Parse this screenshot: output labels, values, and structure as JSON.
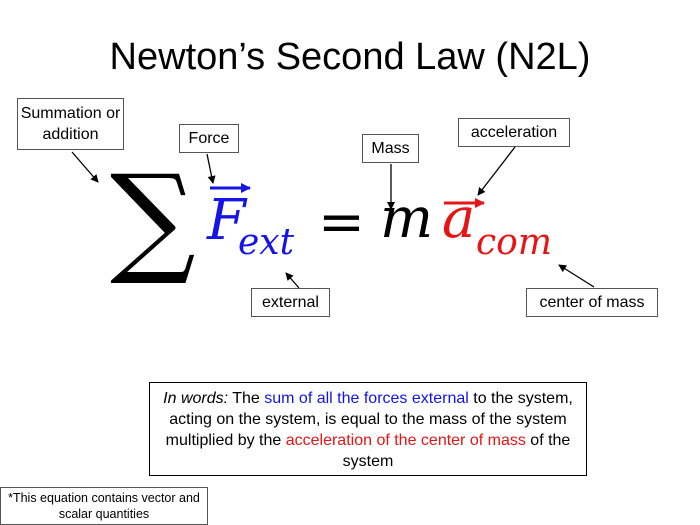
{
  "title": "Newton’s Second Law (N2L)",
  "equation": {
    "sigma": "∑",
    "force_symbol": "F",
    "force_subscript": "ext",
    "equals": "=",
    "mass_symbol": "m",
    "accel_symbol": "a",
    "accel_subscript": "com"
  },
  "labels": {
    "summation": "Summation or addition",
    "force": "Force",
    "mass": "Mass",
    "acceleration": "acceleration",
    "external": "external",
    "center_of_mass": "center of mass"
  },
  "words": {
    "intro": "In words:",
    "part1": " The ",
    "blue_text": "sum of all the forces external",
    "part2": " to the system, acting on the system, is equal to the mass of the system multiplied by the ",
    "red_text": "acceleration of the center of mass",
    "part3": " of the system"
  },
  "note": "*This equation contains vector and scalar quantities",
  "colors": {
    "force": "#1414e6",
    "acceleration": "#e61414"
  }
}
